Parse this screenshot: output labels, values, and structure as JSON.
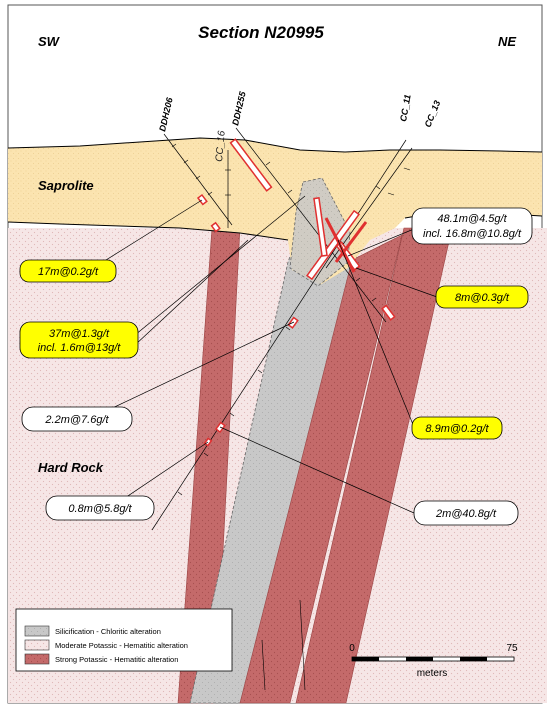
{
  "title": "Section N20995",
  "directions": {
    "left": "SW",
    "right": "NE"
  },
  "units": {
    "saprolite": "Saprolite",
    "hard_rock": "Hard Rock"
  },
  "drill_holes": [
    "DDH206",
    "DDH255",
    "CC_16",
    "CC_11",
    "CC_13"
  ],
  "callouts": [
    {
      "lines": [
        "17m@0.2g/t"
      ],
      "style": "yellow"
    },
    {
      "lines": [
        "37m@1.3g/t",
        "incl. 1.6m@13g/t"
      ],
      "style": "yellow"
    },
    {
      "lines": [
        "2.2m@7.6g/t"
      ],
      "style": "white"
    },
    {
      "lines": [
        "0.8m@5.8g/t"
      ],
      "style": "white"
    },
    {
      "lines": [
        "48.1m@4.5g/t",
        "incl. 16.8m@10.8g/t"
      ],
      "style": "white"
    },
    {
      "lines": [
        "8m@0.3g/t"
      ],
      "style": "yellow"
    },
    {
      "lines": [
        "8.9m@0.2g/t"
      ],
      "style": "yellow"
    },
    {
      "lines": [
        "2m@40.8g/t"
      ],
      "style": "white"
    }
  ],
  "legend": [
    {
      "label": "Silicification - Chloritic alteration",
      "color": "#c8c8c8"
    },
    {
      "label": "Moderate Potassic - Hematitic alteration",
      "color": "#f6e6e6"
    },
    {
      "label": "Strong Potassic - Hematitic alteration",
      "color": "#c46a6a"
    }
  ],
  "scale": {
    "min_label": "0",
    "max_label": "75",
    "unit": "meters"
  },
  "colors": {
    "saprolite": "#fbe4b0",
    "moderate": "#f6e6e6",
    "strong": "#c46a6a",
    "silicification": "#c8c8c8",
    "highlight": "#ffff00",
    "intercept": "#e03030"
  }
}
